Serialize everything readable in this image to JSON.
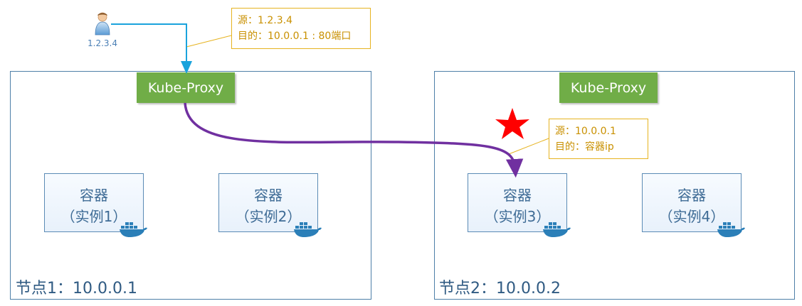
{
  "client": {
    "label": "1.2.3.4",
    "icon": "user-icon"
  },
  "callout_1": {
    "line1": "源：1.2.3.4",
    "line2": "目的：10.0.0.1 : 80端口"
  },
  "callout_2": {
    "line1": "源：10.0.0.1",
    "line2": "目的：容器ip"
  },
  "nodes": [
    {
      "label": "节点1：10.0.0.1",
      "proxy": "Kube-Proxy",
      "containers": [
        {
          "title": "容器",
          "subtitle": "（实例1）"
        },
        {
          "title": "容器",
          "subtitle": "（实例2）"
        }
      ]
    },
    {
      "label": "节点2：10.0.0.2",
      "proxy": "Kube-Proxy",
      "containers": [
        {
          "title": "容器",
          "subtitle": "（实例3）"
        },
        {
          "title": "容器",
          "subtitle": "（实例4）"
        }
      ]
    }
  ],
  "colors": {
    "proxy": "#70ad47",
    "request_arrow": "#1aa3dc",
    "forward_arrow": "#7030a0",
    "star": "#ff0000",
    "callout_border": "#e6b320",
    "docker": "#2b7fb8"
  },
  "icons": [
    "user-icon",
    "docker-whale-icon",
    "star-icon"
  ]
}
